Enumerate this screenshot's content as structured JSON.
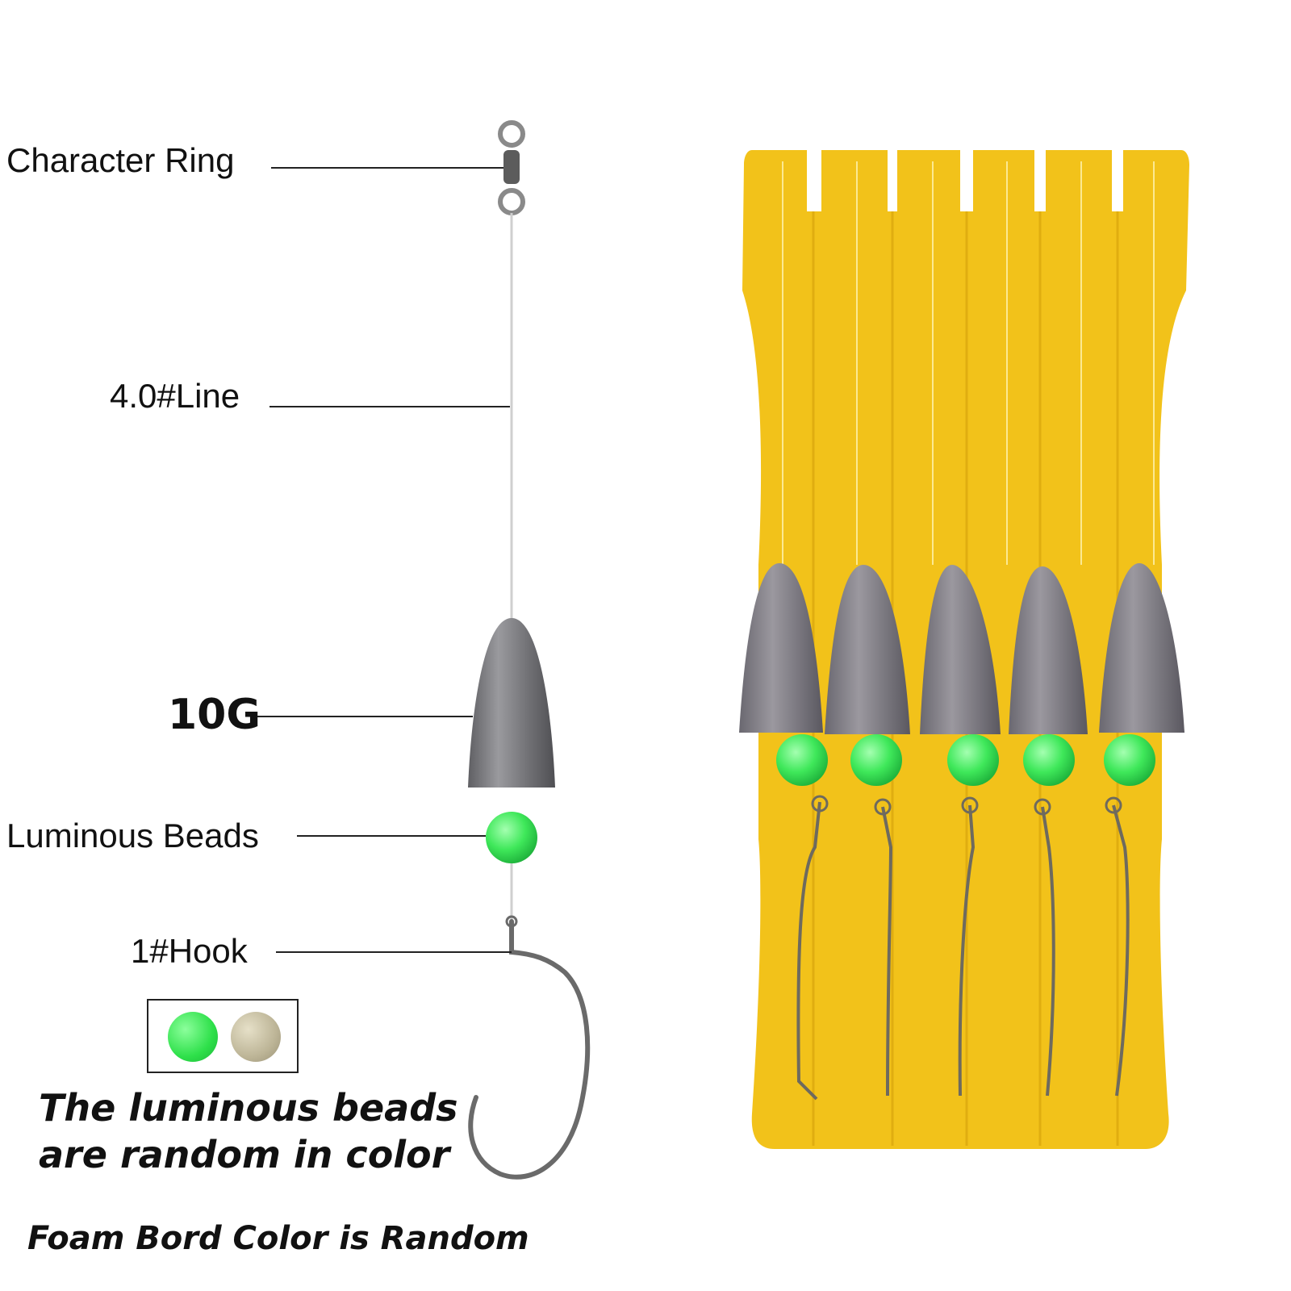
{
  "labels": {
    "character_ring": "Character Ring",
    "line": "4.0#Line",
    "weight": "10G",
    "beads": "Luminous Beads",
    "hook": "1#Hook"
  },
  "notes": {
    "bead_color_line1": "The luminous beads",
    "bead_color_line2": "are random in color",
    "foam_board": "Foam Bord Color is Random"
  },
  "bead_colors": [
    "#3fe85a",
    "#b8b092"
  ],
  "colors": {
    "foam": "#f2c21a",
    "sinker": "#7a7a7e",
    "bead": "#3fe85a",
    "line": "#cfcfcf",
    "text": "#111111"
  },
  "rig_count": 5
}
